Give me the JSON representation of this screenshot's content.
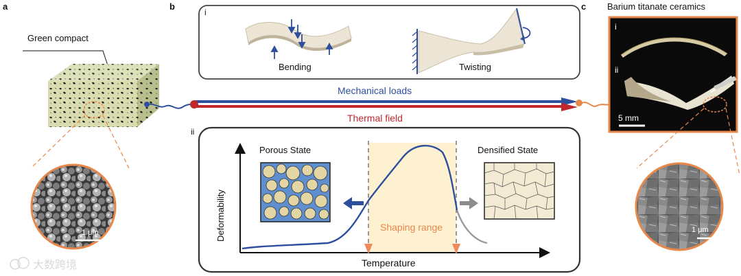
{
  "panels": {
    "a": "a",
    "b": "b",
    "c": "c"
  },
  "panel_a": {
    "label": "Green compact",
    "scale_bar": "1 μm"
  },
  "panel_b_i": {
    "roman": "i",
    "bending": "Bending",
    "twisting": "Twisting"
  },
  "middle": {
    "mechanical": "Mechanical loads",
    "thermal": "Thermal field"
  },
  "panel_b_ii": {
    "roman": "ii",
    "porous": "Porous State",
    "densified": "Densified State",
    "shaping": "Shaping range",
    "ylabel": "Deformability",
    "xlabel": "Temperature"
  },
  "panel_c": {
    "title": "Barium titanate ceramics",
    "roman_i": "i",
    "roman_ii": "ii",
    "scale_photo": "5 mm",
    "scale_sem": "1 μm"
  },
  "watermark": "大数跨境",
  "colors": {
    "blue": "#2e4e9e",
    "red": "#c0282d",
    "orange": "#e8874a",
    "shade": "#fdf1d2"
  }
}
